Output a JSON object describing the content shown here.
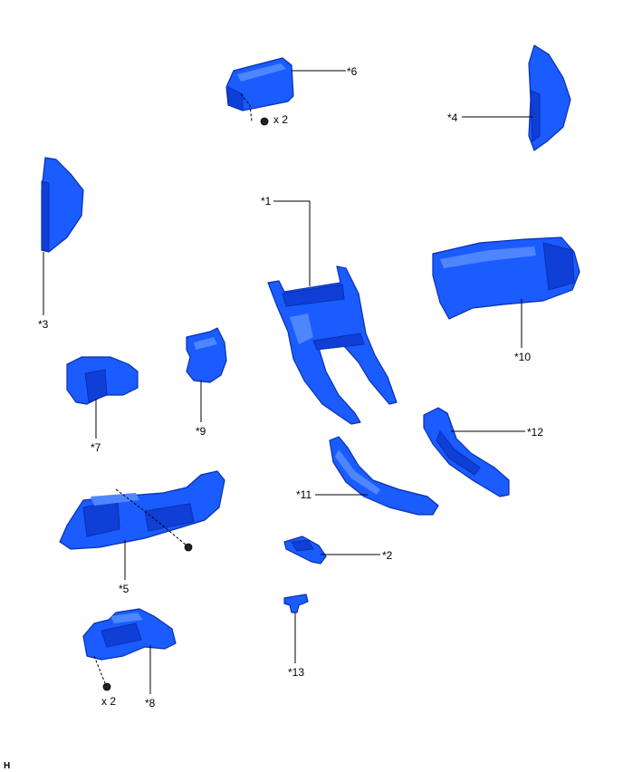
{
  "callouts": {
    "c1": "*1",
    "c2": "*2",
    "c3": "*3",
    "c4": "*4",
    "c5": "*5",
    "c6": "*6",
    "c7": "*7",
    "c8": "*8",
    "c9": "*9",
    "c10": "*10",
    "c11": "*11",
    "c12": "*12",
    "c13": "*13"
  },
  "quantities": {
    "q6": "x 2",
    "q8": "x 2"
  },
  "corner_mark": "H",
  "colors": {
    "part_fill": "#1a5cff",
    "part_outline": "#0a2fb0"
  }
}
